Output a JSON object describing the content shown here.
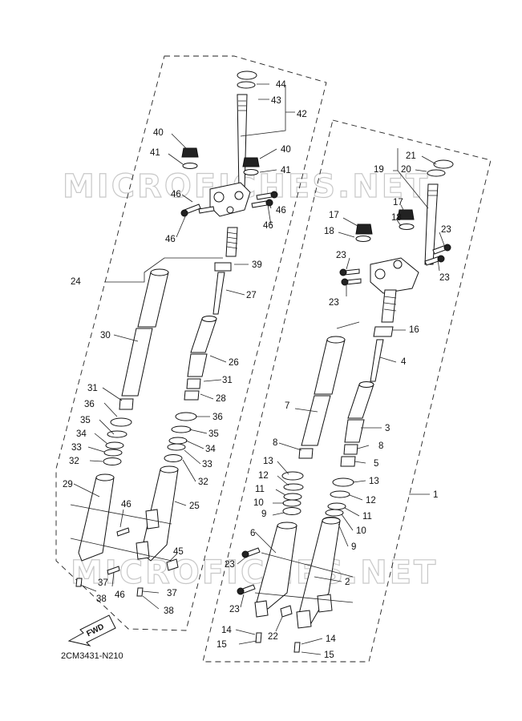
{
  "watermark": "MICROFICHES.NET",
  "diagram_code": "2CM3431-N210",
  "fwd_label": "FWD",
  "callouts": [
    {
      "id": "c44",
      "text": "44"
    },
    {
      "id": "c43",
      "text": "43"
    },
    {
      "id": "c42",
      "text": "42"
    },
    {
      "id": "c40a",
      "text": "40"
    },
    {
      "id": "c41a",
      "text": "41"
    },
    {
      "id": "c40b",
      "text": "40"
    },
    {
      "id": "c41b",
      "text": "41"
    },
    {
      "id": "c46a",
      "text": "46"
    },
    {
      "id": "c46b",
      "text": "46"
    },
    {
      "id": "c46c",
      "text": "46"
    },
    {
      "id": "c46d",
      "text": "46"
    },
    {
      "id": "c39",
      "text": "39"
    },
    {
      "id": "c24",
      "text": "24"
    },
    {
      "id": "c27",
      "text": "27"
    },
    {
      "id": "c30",
      "text": "30"
    },
    {
      "id": "c26",
      "text": "26"
    },
    {
      "id": "c31a",
      "text": "31"
    },
    {
      "id": "c31b",
      "text": "31"
    },
    {
      "id": "c28",
      "text": "28"
    },
    {
      "id": "c36a",
      "text": "36"
    },
    {
      "id": "c36b",
      "text": "36"
    },
    {
      "id": "c35a",
      "text": "35"
    },
    {
      "id": "c35b",
      "text": "35"
    },
    {
      "id": "c34a",
      "text": "34"
    },
    {
      "id": "c34b",
      "text": "34"
    },
    {
      "id": "c33a",
      "text": "33"
    },
    {
      "id": "c33b",
      "text": "33"
    },
    {
      "id": "c32a",
      "text": "32"
    },
    {
      "id": "c32b",
      "text": "32"
    },
    {
      "id": "c29",
      "text": "29"
    },
    {
      "id": "c25",
      "text": "25"
    },
    {
      "id": "c46e",
      "text": "46"
    },
    {
      "id": "c45",
      "text": "45"
    },
    {
      "id": "c46f",
      "text": "46"
    },
    {
      "id": "c37a",
      "text": "37"
    },
    {
      "id": "c37b",
      "text": "37"
    },
    {
      "id": "c38a",
      "text": "38"
    },
    {
      "id": "c38b",
      "text": "38"
    },
    {
      "id": "c21",
      "text": "21"
    },
    {
      "id": "c19",
      "text": "19"
    },
    {
      "id": "c20",
      "text": "20"
    },
    {
      "id": "c17a",
      "text": "17"
    },
    {
      "id": "c17b",
      "text": "17"
    },
    {
      "id": "c18a",
      "text": "18"
    },
    {
      "id": "c18b",
      "text": "18"
    },
    {
      "id": "c23a",
      "text": "23"
    },
    {
      "id": "c23b",
      "text": "23"
    },
    {
      "id": "c23c",
      "text": "23"
    },
    {
      "id": "c23d",
      "text": "23"
    },
    {
      "id": "c16",
      "text": "16"
    },
    {
      "id": "c4",
      "text": "4"
    },
    {
      "id": "c7",
      "text": "7"
    },
    {
      "id": "c3",
      "text": "3"
    },
    {
      "id": "c8a",
      "text": "8"
    },
    {
      "id": "c8b",
      "text": "8"
    },
    {
      "id": "c5",
      "text": "5"
    },
    {
      "id": "c13a",
      "text": "13"
    },
    {
      "id": "c13b",
      "text": "13"
    },
    {
      "id": "c12a",
      "text": "12"
    },
    {
      "id": "c12b",
      "text": "12"
    },
    {
      "id": "c11a",
      "text": "11"
    },
    {
      "id": "c11b",
      "text": "11"
    },
    {
      "id": "c10a",
      "text": "10"
    },
    {
      "id": "c10b",
      "text": "10"
    },
    {
      "id": "c9a",
      "text": "9"
    },
    {
      "id": "c9b",
      "text": "9"
    },
    {
      "id": "c1",
      "text": "1"
    },
    {
      "id": "c6",
      "text": "6"
    },
    {
      "id": "c2",
      "text": "2"
    },
    {
      "id": "c23e",
      "text": "23"
    },
    {
      "id": "c23f",
      "text": "23"
    },
    {
      "id": "c14a",
      "text": "14"
    },
    {
      "id": "c14b",
      "text": "14"
    },
    {
      "id": "c22",
      "text": "22"
    },
    {
      "id": "c15a",
      "text": "15"
    },
    {
      "id": "c15b",
      "text": "15"
    }
  ]
}
